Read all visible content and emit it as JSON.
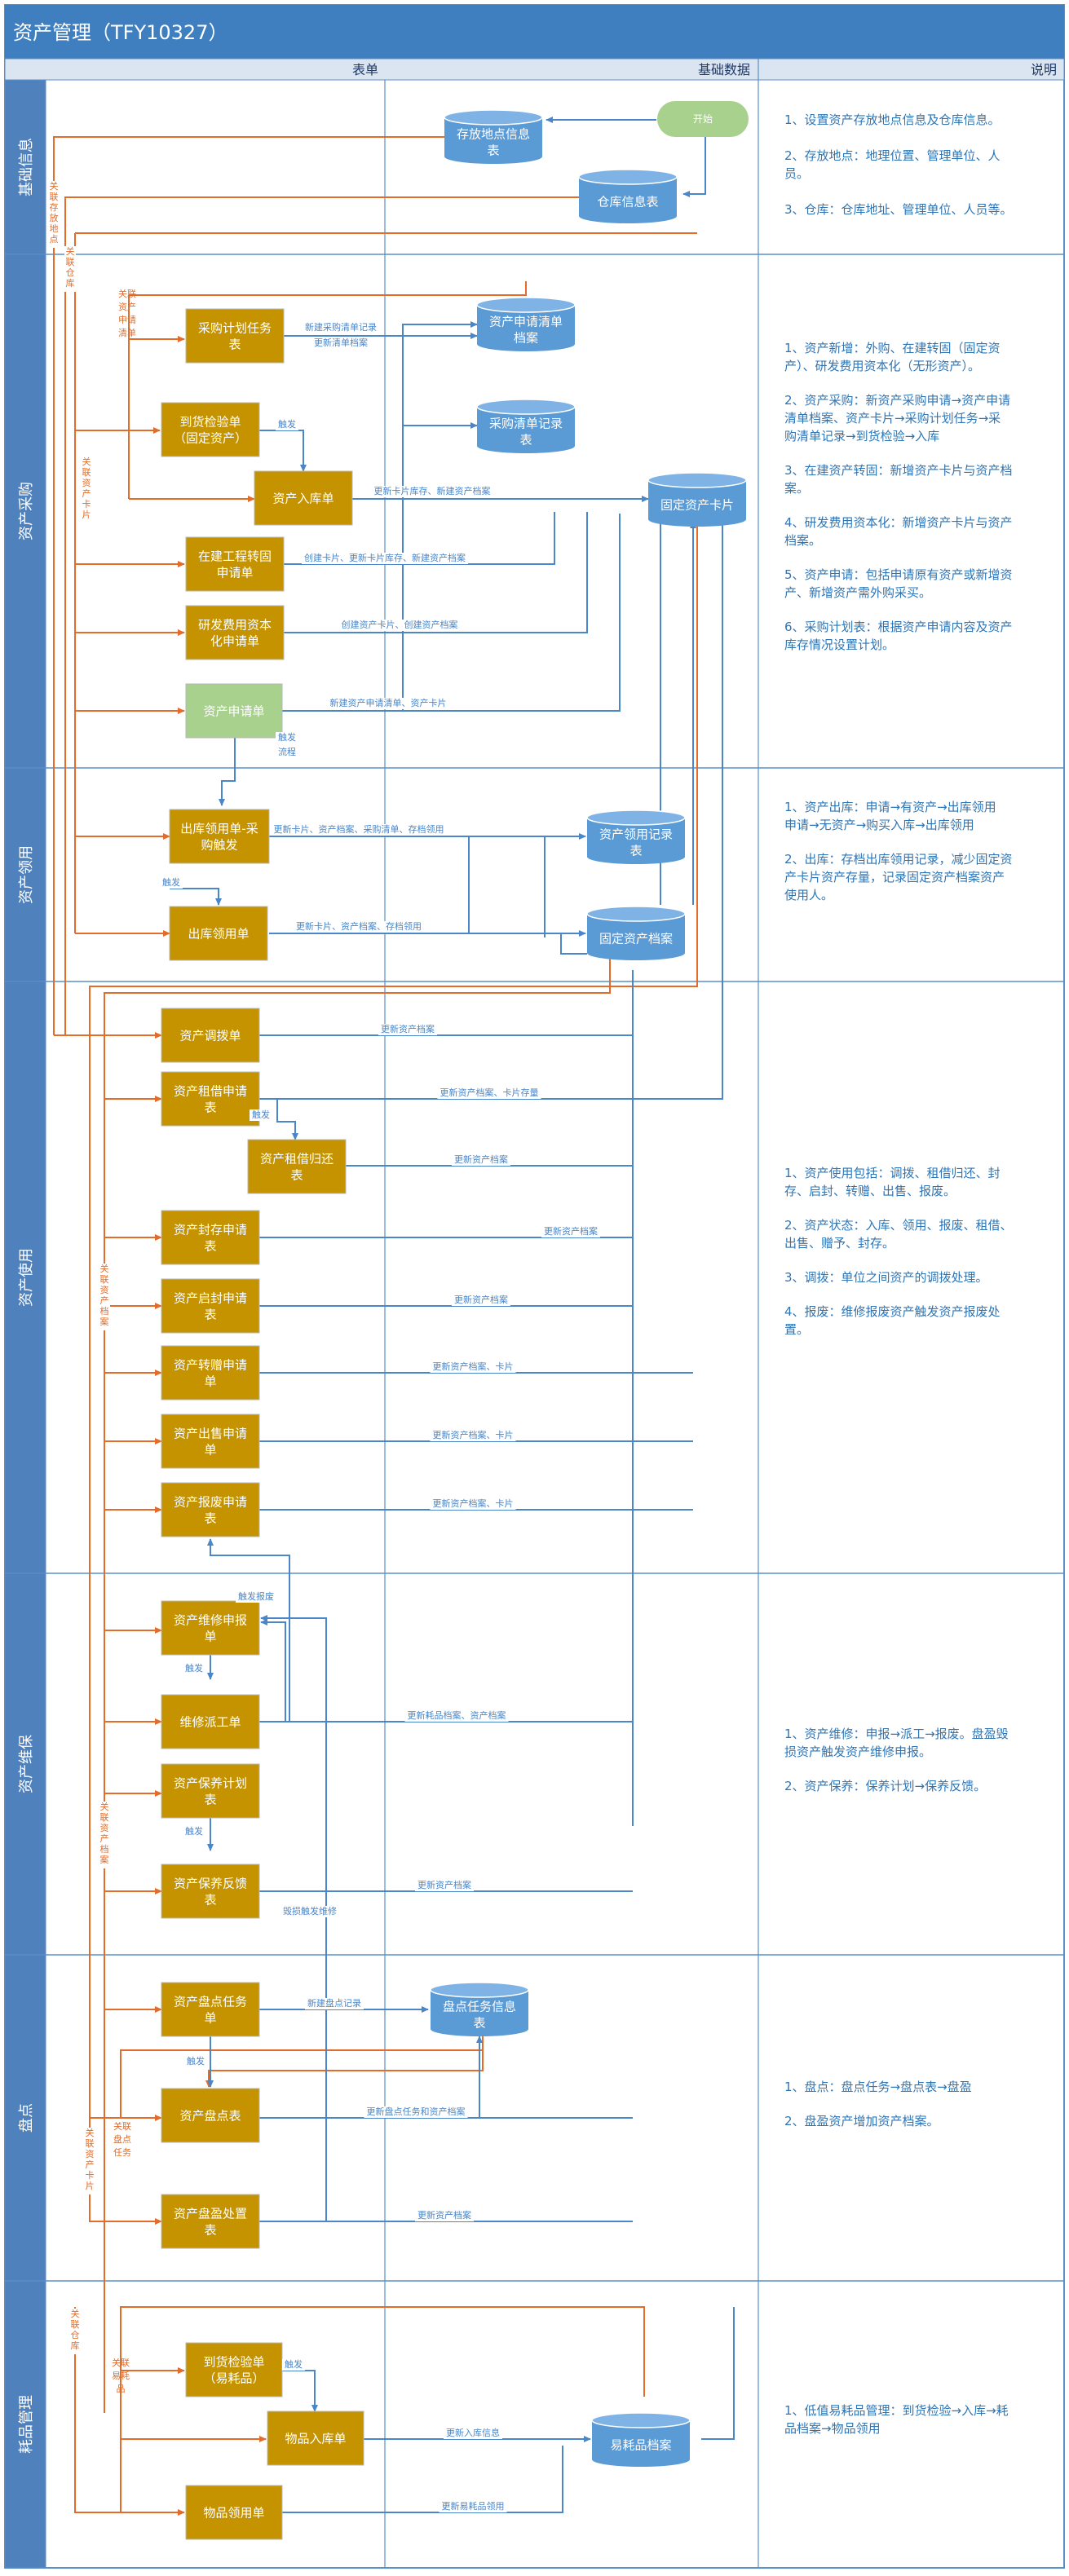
{
  "title": "资产管理（TFY10327）",
  "columns": {
    "form": "表单",
    "base": "基础数据",
    "desc": "说明"
  },
  "lanes": {
    "basic": "基础信息",
    "purchase": "资产采购",
    "receive": "资产领用",
    "use": "资产使用",
    "repair": "资产维保",
    "inventory": "盘点",
    "consumable": "耗品管理"
  },
  "nodes": {
    "start": "开始",
    "storage_loc": [
      "存放地点信息",
      "表"
    ],
    "warehouse": [
      "仓库信息表"
    ],
    "purchase_task": [
      "采购计划任务",
      "表"
    ],
    "purchase_req_list": [
      "资产申请清单",
      "档案"
    ],
    "purchase_record": [
      "采购清单记录",
      "表"
    ],
    "goods_check": [
      "到货检验单",
      "（固定资产）"
    ],
    "asset_in": [
      "资产入库单"
    ],
    "fixed_card": [
      "固定资产卡片"
    ],
    "construct": [
      "在建工程转固",
      "申请单"
    ],
    "rnd": [
      "研发费用资本",
      "化申请单"
    ],
    "asset_apply": [
      "资产申请单"
    ],
    "out_req": [
      "出库领用单-采",
      "购触发"
    ],
    "receive_record": [
      "资产领用记录",
      "表"
    ],
    "out_receive": [
      "出库领用单"
    ],
    "fixed_archive": [
      "固定资产档案"
    ],
    "transfer": [
      "资产调拨单"
    ],
    "lease_apply": [
      "资产租借申请",
      "表"
    ],
    "lease_return": [
      "资产租借归还",
      "表"
    ],
    "seal_apply": [
      "资产封存申请",
      "表"
    ],
    "unseal_apply": [
      "资产启封申请",
      "表"
    ],
    "donate_apply": [
      "资产转赠申请",
      "单"
    ],
    "sell_apply": [
      "资产出售申请",
      "单"
    ],
    "scrap_apply": [
      "资产报废申请",
      "表"
    ],
    "repair_apply": [
      "资产维修申报",
      "单"
    ],
    "repair_order": [
      "维修派工单"
    ],
    "maint_plan": [
      "资产保养计划",
      "表"
    ],
    "maint_feedback": [
      "资产保养反馈",
      "表"
    ],
    "inv_task": [
      "资产盘点任务",
      "单"
    ],
    "inv_task_info": [
      "盘点任务信息",
      "表"
    ],
    "inv_table": [
      "资产盘点表"
    ],
    "inv_dispose": [
      "资产盘盈处置",
      "表"
    ],
    "cons_check": [
      "到货检验单",
      "（易耗品）"
    ],
    "cons_in": [
      "物品入库单"
    ],
    "cons_archive": [
      "易耗品档案"
    ],
    "cons_out": [
      "物品领用单"
    ]
  },
  "edge_labels": [
    "新建采购清单记录",
    "更新清单档案",
    "触发",
    "更新卡片库存、新建资产档案",
    "创建卡片、更新卡片库存、新建资产档案",
    "创建资产卡片、创建资产档案",
    "新建资产申请清单、资产卡片",
    "触发",
    "流程",
    "更新卡片、资产档案、采购清单、存档领用",
    "触发",
    "更新卡片、资产档案、存档领用",
    "更新资产档案",
    "更新资产档案、卡片存量",
    "触发",
    "更新资产档案",
    "更新资产档案",
    "更新资产档案",
    "更新资产档案、卡片",
    "更新资产档案、卡片",
    "更新资产档案、卡片",
    "触发报废",
    "触发",
    "更新耗品档案、资产档案",
    "触发",
    "更新资产档案",
    "毁损触发维修",
    "新建盘点记录",
    "触发",
    "更新盘点任务和资产档案",
    "更新资产档案",
    "触发",
    "更新入库信息",
    "更新易耗品领用"
  ],
  "side_labels": {
    "assoc_storage": "关联存放地点",
    "assoc_warehouse": "关联仓库",
    "assoc_req_list": [
      "关联",
      "资产",
      "申请",
      "清单"
    ],
    "assoc_card_purchase": "关联资产卡片",
    "assoc_archive_use": "关联资产档案",
    "assoc_archive_repair": "关联资产档案",
    "assoc_card_inv": "关联资产卡片",
    "assoc_inv_task": [
      "关联",
      "盘点",
      "任务"
    ],
    "assoc_warehouse_cons": "关联仓库",
    "assoc_cons": [
      "关联",
      "易耗",
      "品"
    ]
  },
  "descriptions": {
    "basic": [
      "1、设置资产存放地点信息及仓库信息。",
      "2、存放地点：地理位置、管理单位、人",
      "员。",
      "3、仓库：仓库地址、管理单位、人员等。"
    ],
    "purchase": [
      "1、资产新增：外购、在建转固（固定资",
      "产）、研发费用资本化（无形资产）。",
      "2、资产采购：新资产采购申请→资产申请",
      "清单档案、资产卡片→采购计划任务→采",
      "购清单记录→到货检验→入库",
      "3、在建资产转固：新增资产卡片与资产档",
      "案。",
      "4、研发费用资本化：新增资产卡片与资产",
      "档案。",
      "5、资产申请：包括申请原有资产或新增资",
      "产、新增资产需外购采买。",
      "6、采购计划表：根据资产申请内容及资产",
      "库存情况设置计划。"
    ],
    "receive": [
      "1、资产出库：申请→有资产→出库领用",
      "申请→无资产→购买入库→出库领用",
      "2、出库：存档出库领用记录，减少固定资",
      "产卡片资产存量，记录固定资产档案资产",
      "使用人。"
    ],
    "use": [
      "1、资产使用包括：调拨、租借归还、封",
      "存、启封、转赠、出售、报废。",
      "2、资产状态：入库、领用、报废、租借、",
      "出售、赠予、封存。",
      "3、调拨：单位之间资产的调拨处理。",
      "4、报废：维修报废资产触发资产报废处",
      "置。"
    ],
    "repair": [
      "1、资产维修：申报→派工→报废。盘盈毁",
      "损资产触发资产维修申报。",
      "2、资产保养：保养计划→保养反馈。"
    ],
    "inventory": [
      "1、盘点：盘点任务→盘点表→盘盈",
      "2、盘盈资产增加资产档案。"
    ],
    "consumable": [
      "1、低值易耗品管理：到货检验→入库→耗",
      "品档案→物品领用"
    ]
  },
  "colors": {
    "header": "#3f7fbf",
    "lane": "#4f81bd",
    "border": "#5b8fc9",
    "task": "#c59300",
    "task_green": "#a9d18e",
    "start": "#a9d18e",
    "db": "#5b9bd5",
    "flow_blue": "#4a86c8",
    "flow_orange": "#e46c2a",
    "desc_text": "#2e75b6"
  }
}
